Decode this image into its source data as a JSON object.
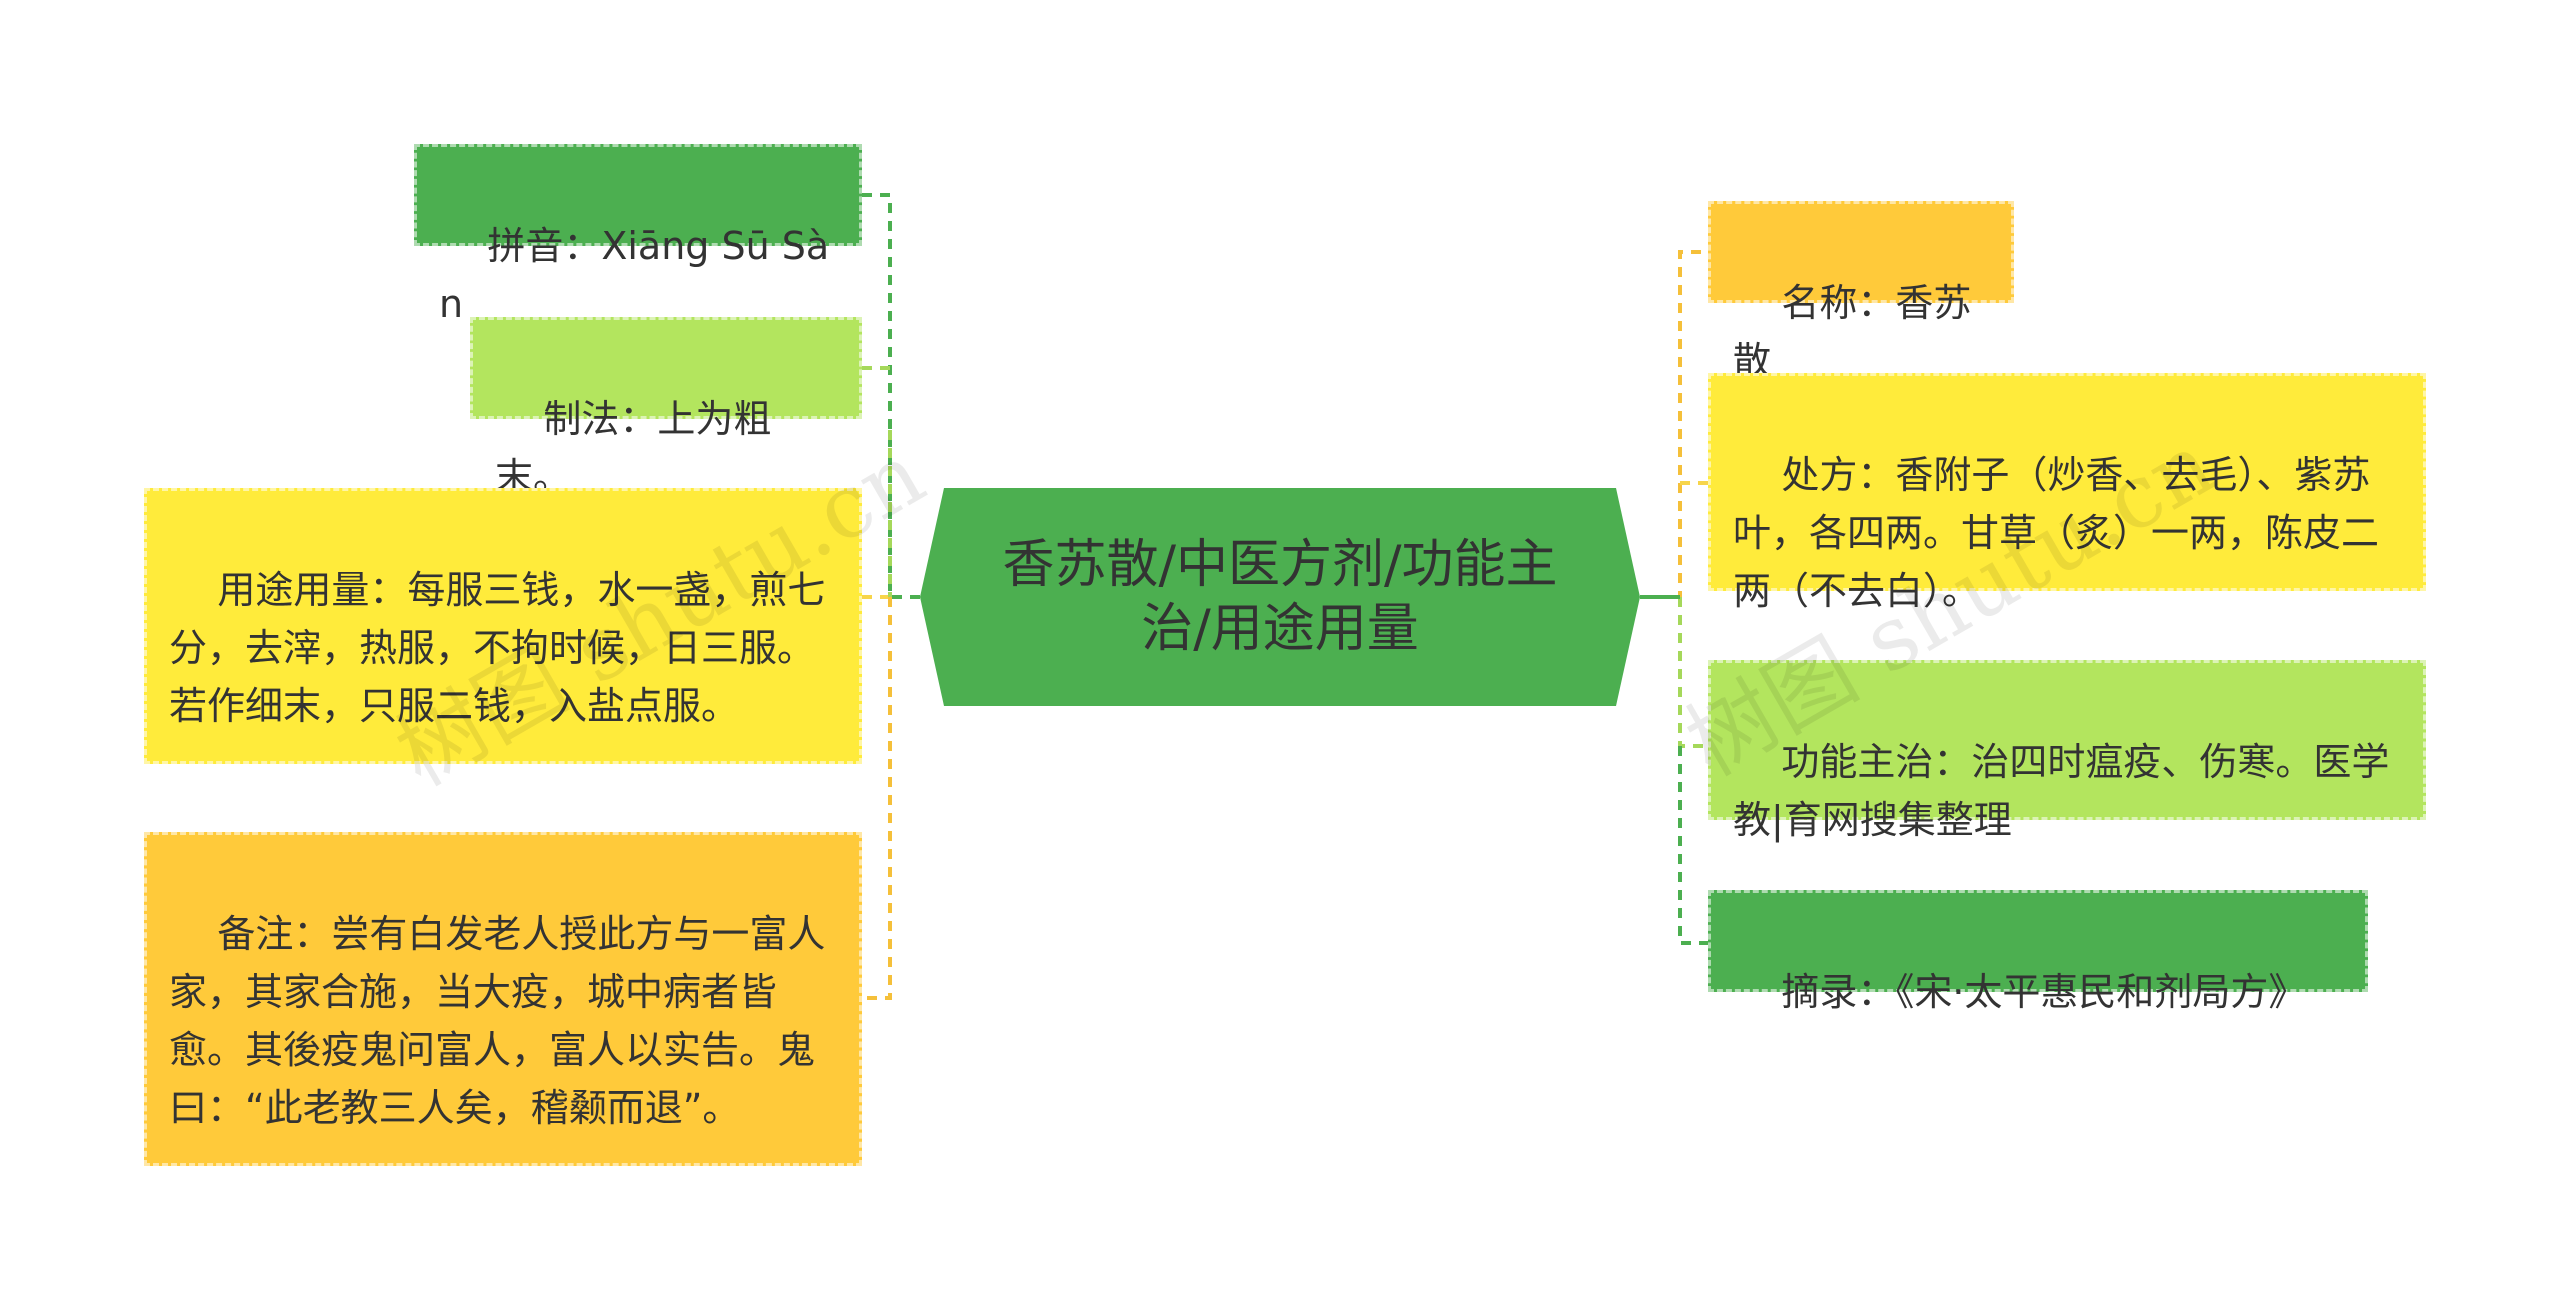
{
  "colors": {
    "dark_green": "#4caf50",
    "light_green": "#b3e55e",
    "yellow": "#ffeb3b",
    "orange": "#ffca3a",
    "connector_green": "#4caf50",
    "connector_light_green": "#a5d85a",
    "connector_yellow": "#f7d54a",
    "connector_orange": "#f5c03a"
  },
  "center": {
    "label": "香苏散/中医方剂/功能主治/用途用量"
  },
  "left_nodes": [
    {
      "id": "pinyin",
      "text": "拼音：Xiāng Sū Sàn",
      "color": "dark_green"
    },
    {
      "id": "method",
      "text": "制法：上为粗末。",
      "color": "light_green"
    },
    {
      "id": "usage",
      "text": "用途用量：每服三钱，水一盏，煎七分，去滓，热服，不拘时候，日三服。若作细末，只服二钱，入盐点服。",
      "color": "yellow"
    },
    {
      "id": "note",
      "text": "备注：尝有白发老人授此方与一富人家，其家合施，当大疫，城中病者皆愈。其後疫鬼问富人，富人以实告。鬼曰：“此老教三人矣，稽颡而退”。",
      "color": "orange"
    }
  ],
  "right_nodes": [
    {
      "id": "name",
      "text": "名称：香苏散",
      "color": "orange"
    },
    {
      "id": "prescription",
      "text": "处方：香附子（炒香、去毛）、紫苏叶，各四两。甘草（炙）一两，陈皮二两（不去白）。",
      "color": "yellow"
    },
    {
      "id": "function",
      "text": "功能主治：治四时瘟疫、伤寒。医学教|育网搜集整理",
      "color": "light_green"
    },
    {
      "id": "source",
      "text": "摘录：《宋·太平惠民和剂局方》",
      "color": "dark_green"
    }
  ],
  "watermarks": [
    "树图 shutu.cn",
    "树图 shutu.cn"
  ]
}
